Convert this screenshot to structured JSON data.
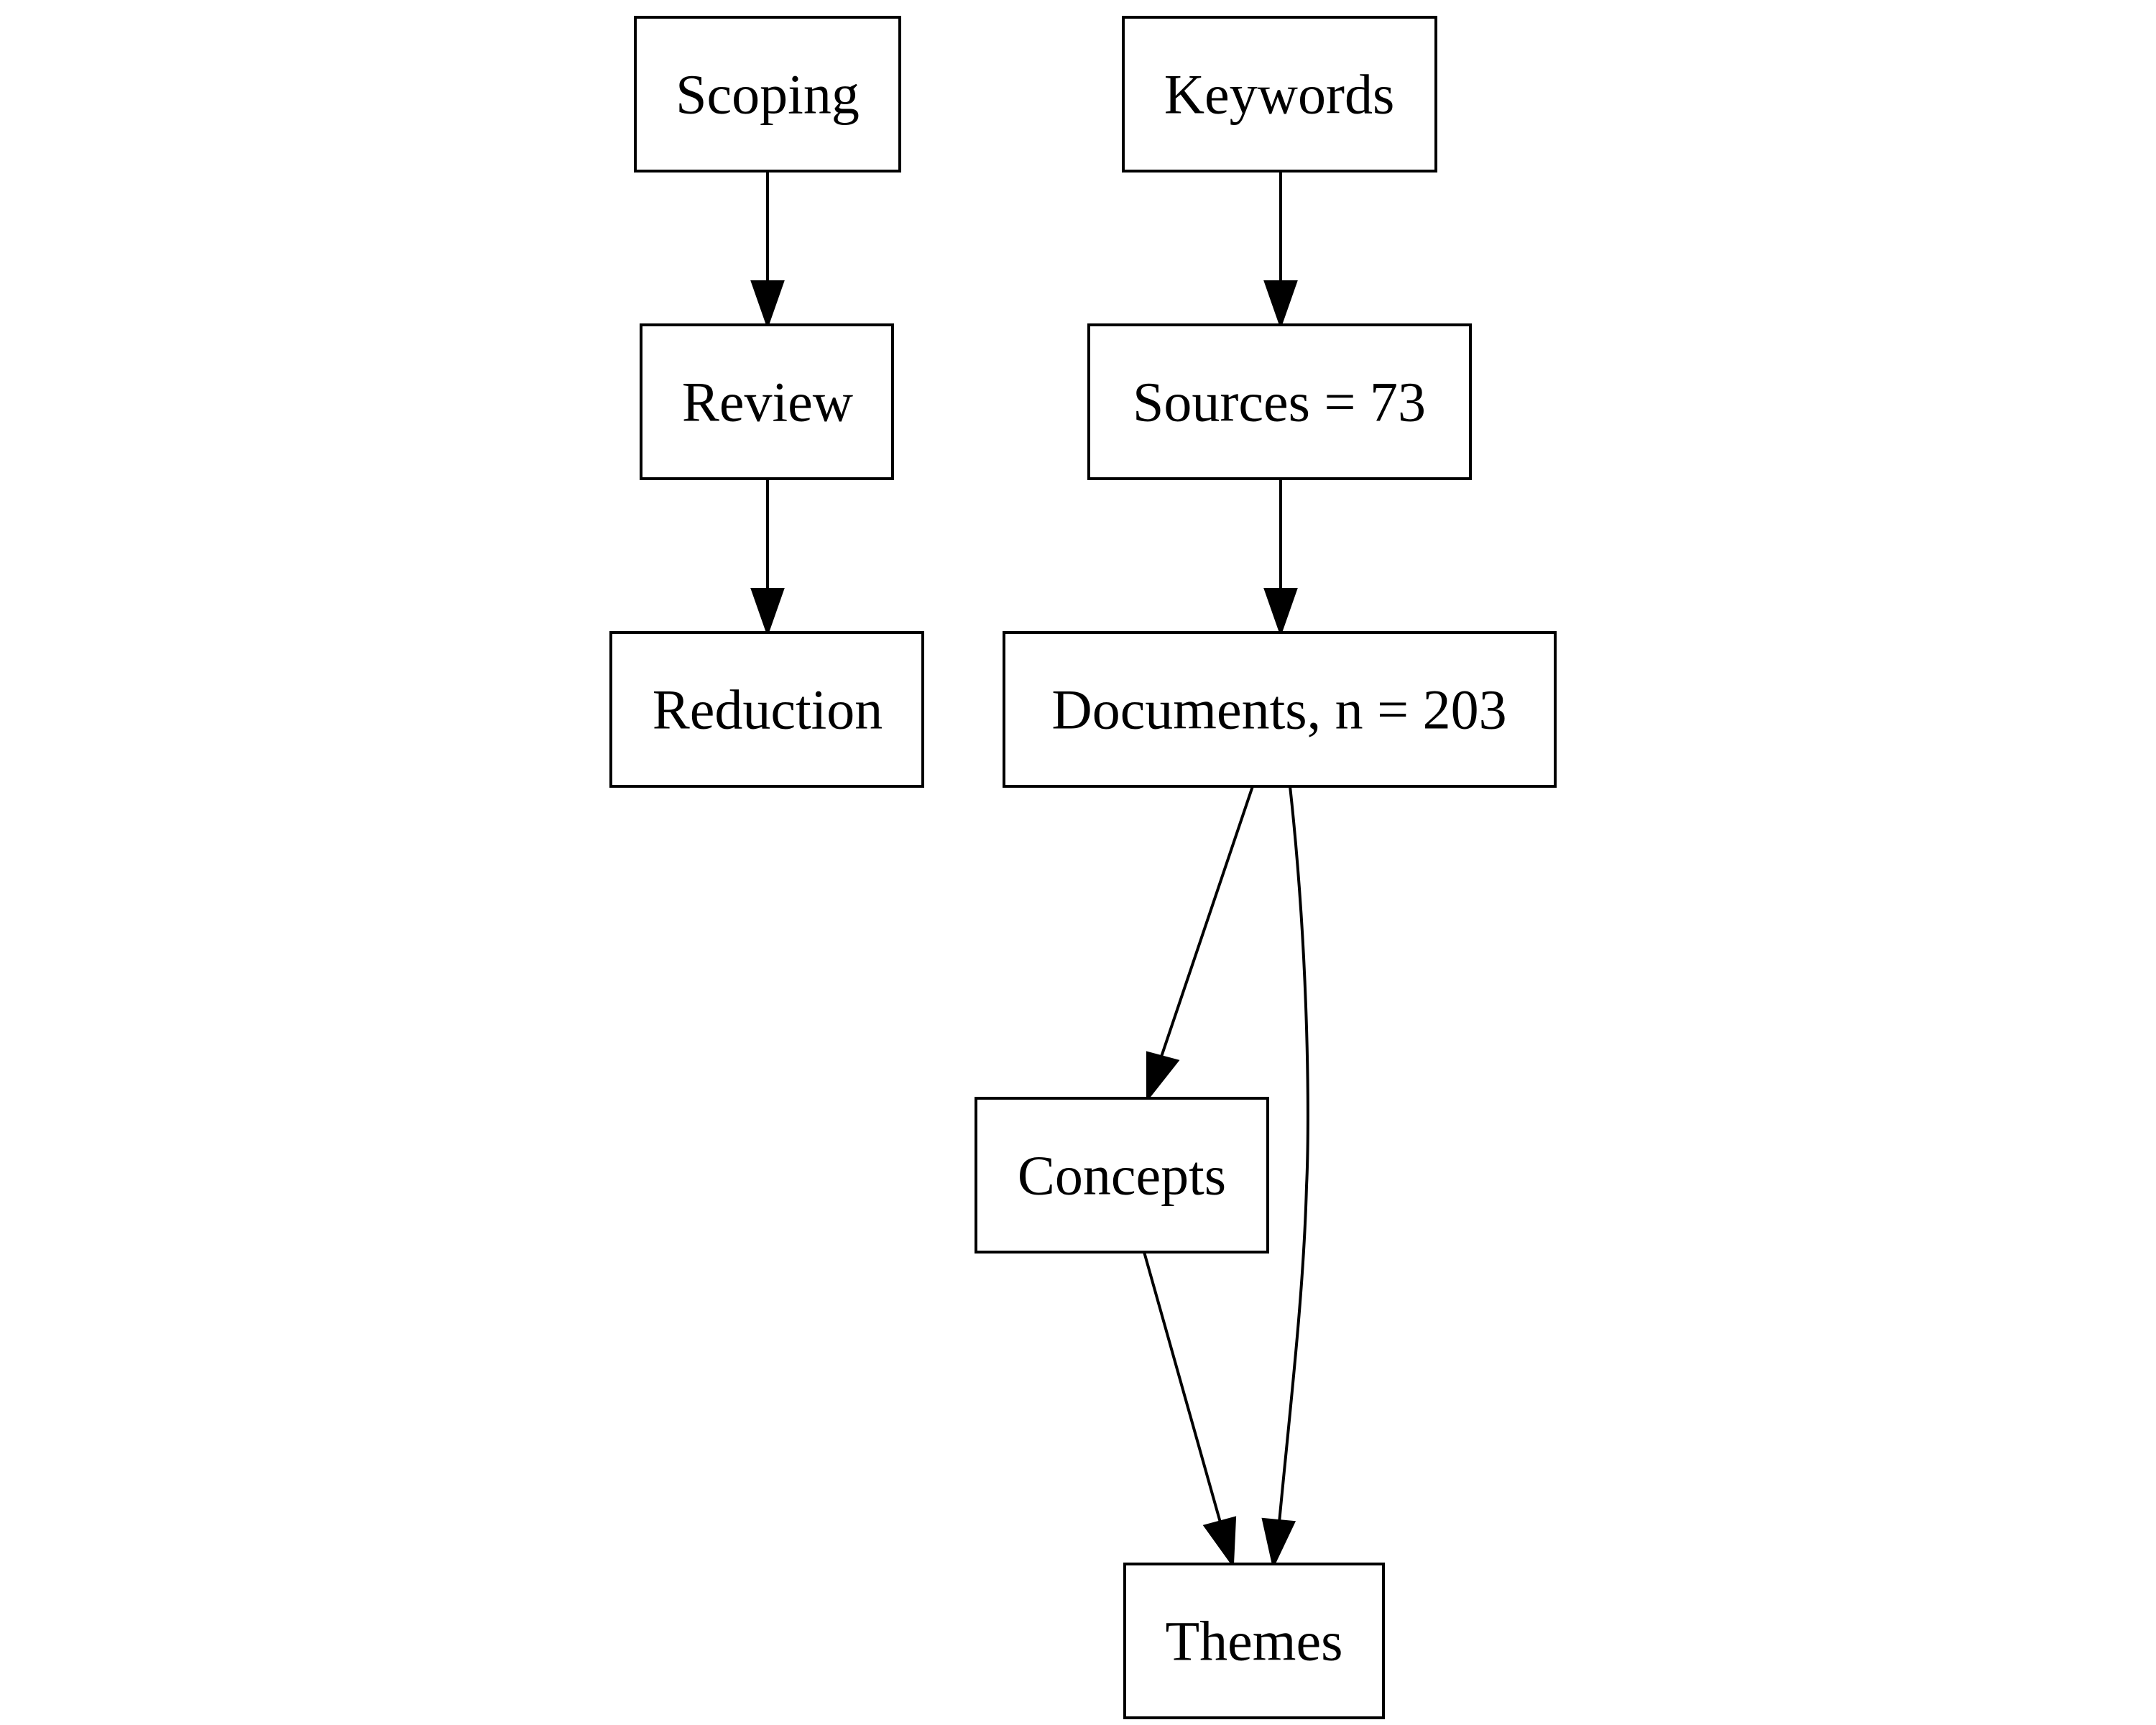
{
  "diagram": {
    "nodes": {
      "scoping": "Scoping",
      "review": "Review",
      "reduction": "Reduction",
      "keywords": "Keywords",
      "sources": "Sources = 73",
      "documents": "Documents, n = 203",
      "concepts": "Concepts",
      "themes": "Themes"
    },
    "edges": [
      {
        "from": "Scoping",
        "to": "Review"
      },
      {
        "from": "Review",
        "to": "Reduction"
      },
      {
        "from": "Keywords",
        "to": "Sources = 73"
      },
      {
        "from": "Sources = 73",
        "to": "Documents, n = 203"
      },
      {
        "from": "Documents, n = 203",
        "to": "Concepts"
      },
      {
        "from": "Documents, n = 203",
        "to": "Themes"
      },
      {
        "from": "Concepts",
        "to": "Themes"
      }
    ]
  }
}
